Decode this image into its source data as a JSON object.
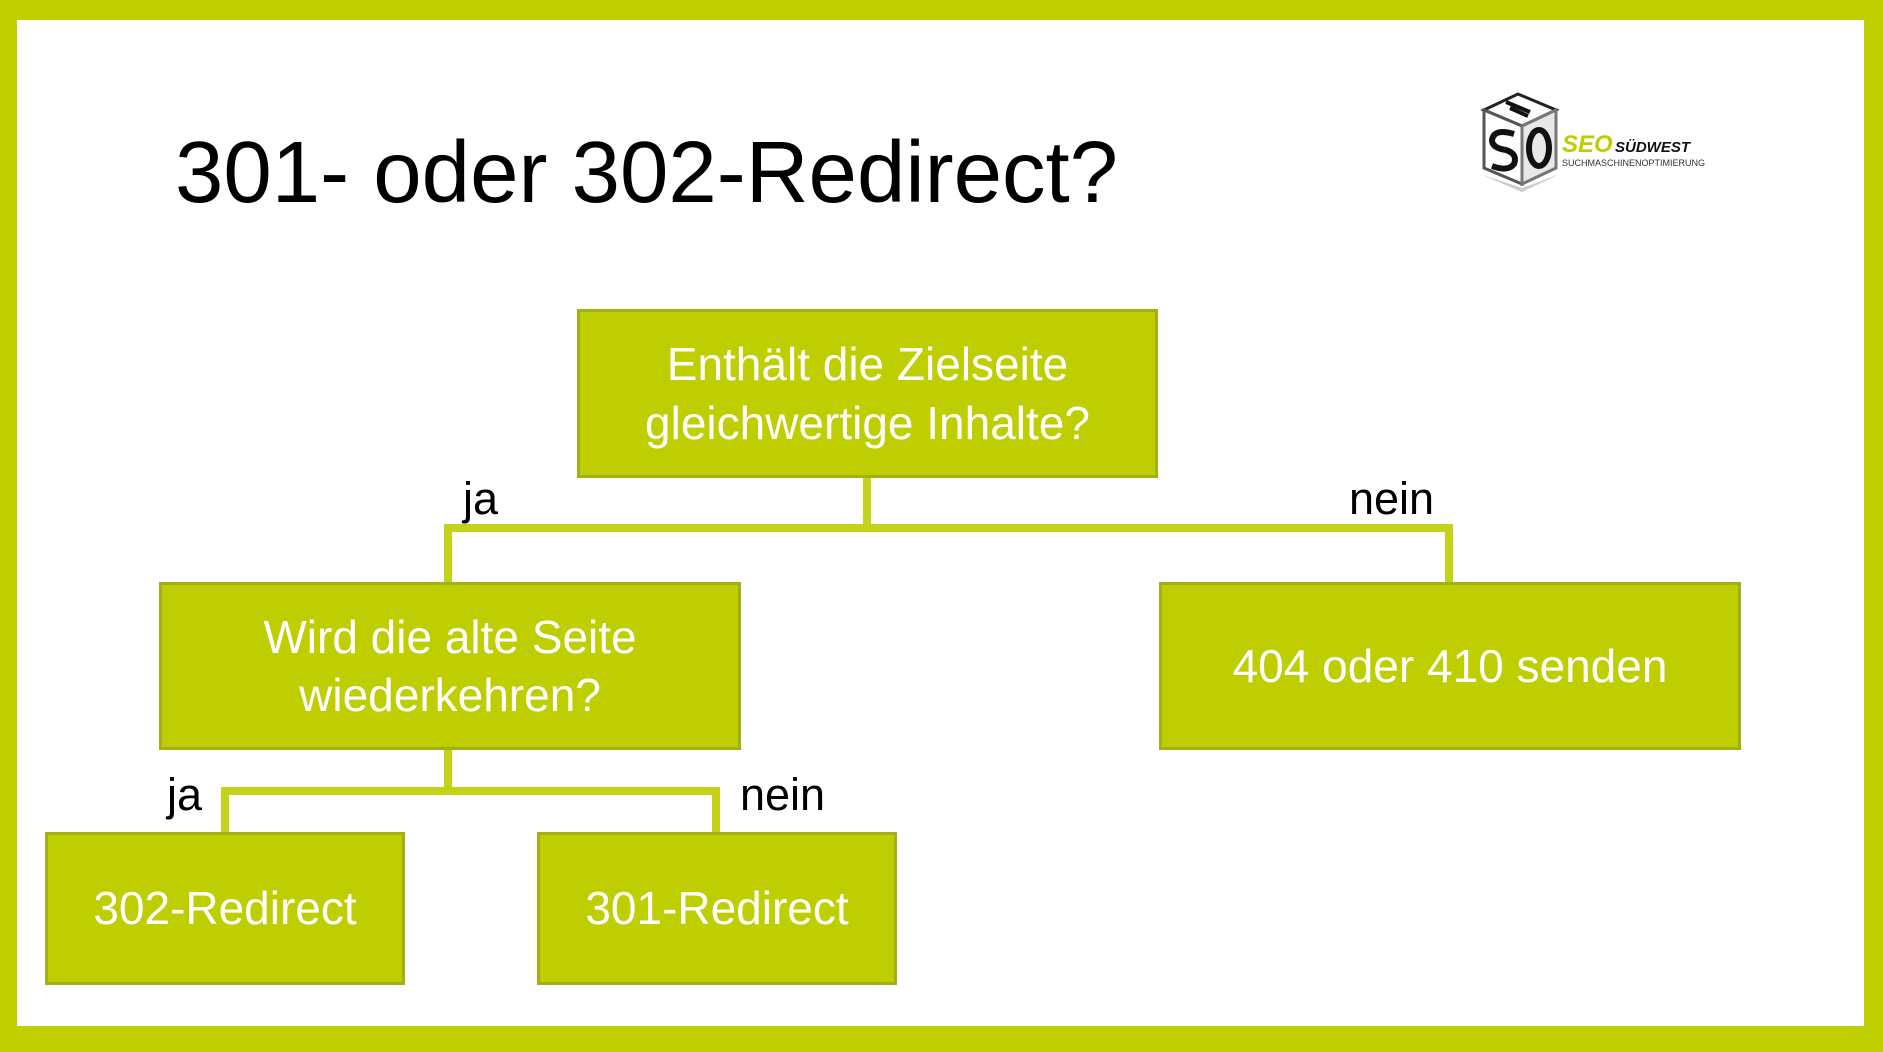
{
  "slide": {
    "title": "301- oder 302-Redirect?",
    "colors": {
      "frame": "#c0cf00",
      "box_fill": "#bfce00",
      "box_border": "#a3b015",
      "connector": "#c4d21a",
      "box_text": "#ffffff",
      "label_text": "#000000"
    }
  },
  "logo": {
    "brand": "SEO",
    "brand_suffix": "SÜDWEST",
    "tagline": "SUCHMASCHINENOPTIMIERUNG"
  },
  "flowchart": {
    "root": {
      "line1": "Enthält die Zielseite",
      "line2": "gleichwertige Inhalte?"
    },
    "root_yes_label": "ja",
    "root_no_label": "nein",
    "question2": {
      "line1": "Wird die alte Seite",
      "line2": "wiederkehren?"
    },
    "no_result": "404 oder 410 senden",
    "q2_yes_label": "ja",
    "q2_no_label": "nein",
    "yes_result": "302-Redirect",
    "no_result_2": "301-Redirect"
  }
}
